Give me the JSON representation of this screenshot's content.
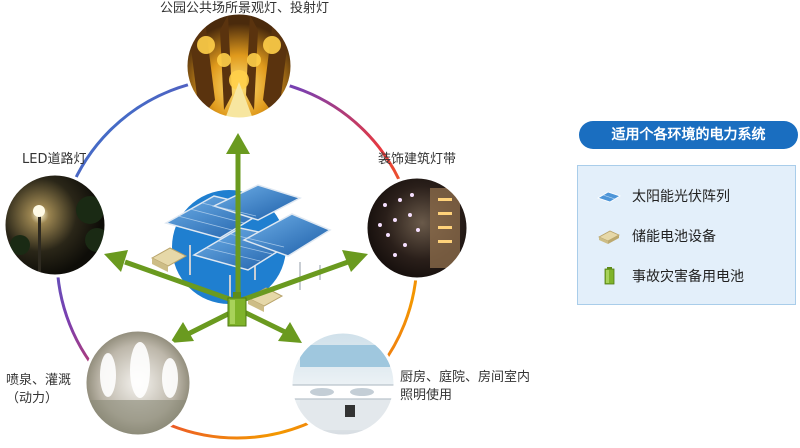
{
  "labels": {
    "park": "公园公共场所景观灯、投射灯",
    "led": "LED道路灯",
    "decoration": "装饰建筑灯带",
    "fountain": "喷泉、灌溉（动力）",
    "kitchen": "厨房、庭院、房间室内照明使用"
  },
  "legend": {
    "title": "适用个各环境的电力系统",
    "items": [
      {
        "label": "太阳能光伏阵列",
        "icon": "solar-panel-icon"
      },
      {
        "label": "储能电池设备",
        "icon": "storage-battery-icon"
      },
      {
        "label": "事故灾害备用电池",
        "icon": "backup-battery-icon"
      }
    ]
  },
  "colors": {
    "arrow": "#6a9a1f",
    "legend_title_bg": "#1a6ec0",
    "legend_box_bg": "#e3effa",
    "ring_top": "#e8383d",
    "ring_left": "#1f8ad6",
    "ring_right": "#f39800",
    "ring_bottom": "#d9336d"
  }
}
